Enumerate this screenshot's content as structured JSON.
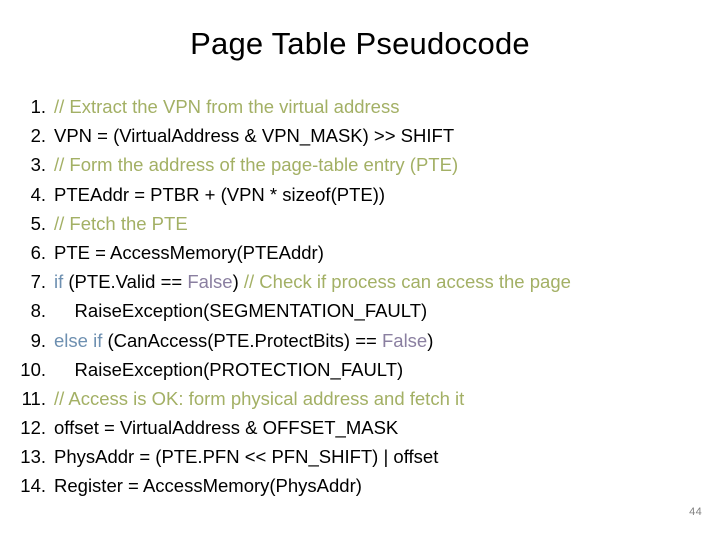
{
  "slide": {
    "title": "Page Table Pseudocode",
    "page_number": "44",
    "colors": {
      "comment": "#a3b065",
      "keyword": "#6d8fb0",
      "constant": "#8a7fa0",
      "plain": "#000000",
      "page_number": "#808080",
      "background": "#ffffff"
    }
  },
  "code": {
    "lines": [
      {
        "number": "1.",
        "text": "// Extract the VPN from the virtual address",
        "tokens": [
          {
            "t": "// Extract the VPN from the virtual address",
            "k": "comment"
          }
        ]
      },
      {
        "number": "2.",
        "text": "VPN = (Virtual.Address & VPN_MASK) >> SHIFT",
        "tokens": [
          {
            "t": "VPN = (VirtualAddress & VPN_MASK) >> SHIFT",
            "k": "plain"
          }
        ]
      },
      {
        "number": "3.",
        "text": "// Form the address of the page-table entry (PTE)",
        "tokens": [
          {
            "t": "// Form the address of the page-table entry (PTE)",
            "k": "comment"
          }
        ]
      },
      {
        "number": "4.",
        "text": "PTEAddr = PTBR + (VPN * sizeof(PTE))",
        "tokens": [
          {
            "t": "PTEAddr = PTBR + (VPN * sizeof(PTE))",
            "k": "plain"
          }
        ]
      },
      {
        "number": "5.",
        "text": "// Fetch the PTE",
        "tokens": [
          {
            "t": "// Fetch the PTE",
            "k": "comment"
          }
        ]
      },
      {
        "number": "6.",
        "text": "PTE = AccessMemory(PTEAddr)",
        "tokens": [
          {
            "t": "PTE = AccessMemory(PTEAddr)",
            "k": "plain"
          }
        ]
      },
      {
        "number": "7.",
        "text": "if (PTE.Valid == False) // Check if process can access the page",
        "tokens": [
          {
            "t": "if",
            "k": "keyword"
          },
          {
            "t": " (PTE.Valid == ",
            "k": "plain"
          },
          {
            "t": "False",
            "k": "const"
          },
          {
            "t": ") ",
            "k": "plain"
          },
          {
            "t": "// Check if process can access the page",
            "k": "comment"
          }
        ]
      },
      {
        "number": "8.",
        "text": "    RaiseException(SEGMENTATION_FAULT)",
        "tokens": [
          {
            "t": "    RaiseException(SEGMENTATION_FAULT)",
            "k": "plain"
          }
        ]
      },
      {
        "number": "9.",
        "text": "else if (CanAccess(PTE.ProtectBits) == False)",
        "tokens": [
          {
            "t": "else if",
            "k": "keyword"
          },
          {
            "t": " (CanAccess(PTE.ProtectBits) == ",
            "k": "plain"
          },
          {
            "t": "False",
            "k": "const"
          },
          {
            "t": ")",
            "k": "plain"
          }
        ]
      },
      {
        "number": "10.",
        "text": "    RaiseException(PROTECTION_FAULT)",
        "tokens": [
          {
            "t": "    RaiseException(PROTECTION_FAULT)",
            "k": "plain"
          }
        ]
      },
      {
        "number": "11.",
        "text": "// Access is OK: form physical address and fetch it",
        "tokens": [
          {
            "t": "// Access is OK: form physical address and fetch it",
            "k": "comment"
          }
        ]
      },
      {
        "number": "12.",
        "text": "offset = VirtualAddress & OFFSET_MASK",
        "tokens": [
          {
            "t": "offset = VirtualAddress & OFFSET_MASK",
            "k": "plain"
          }
        ]
      },
      {
        "number": "13.",
        "text": "PhysAddr = (PTE.PFN << PFN_SHIFT) | offset",
        "tokens": [
          {
            "t": "PhysAddr = (PTE.PFN << PFN_SHIFT) | offset",
            "k": "plain"
          }
        ]
      },
      {
        "number": "14.",
        "text": "Register = AccessMemory(PhysAddr)",
        "tokens": [
          {
            "t": "Register = AccessMemory(PhysAddr)",
            "k": "plain"
          }
        ]
      }
    ]
  }
}
